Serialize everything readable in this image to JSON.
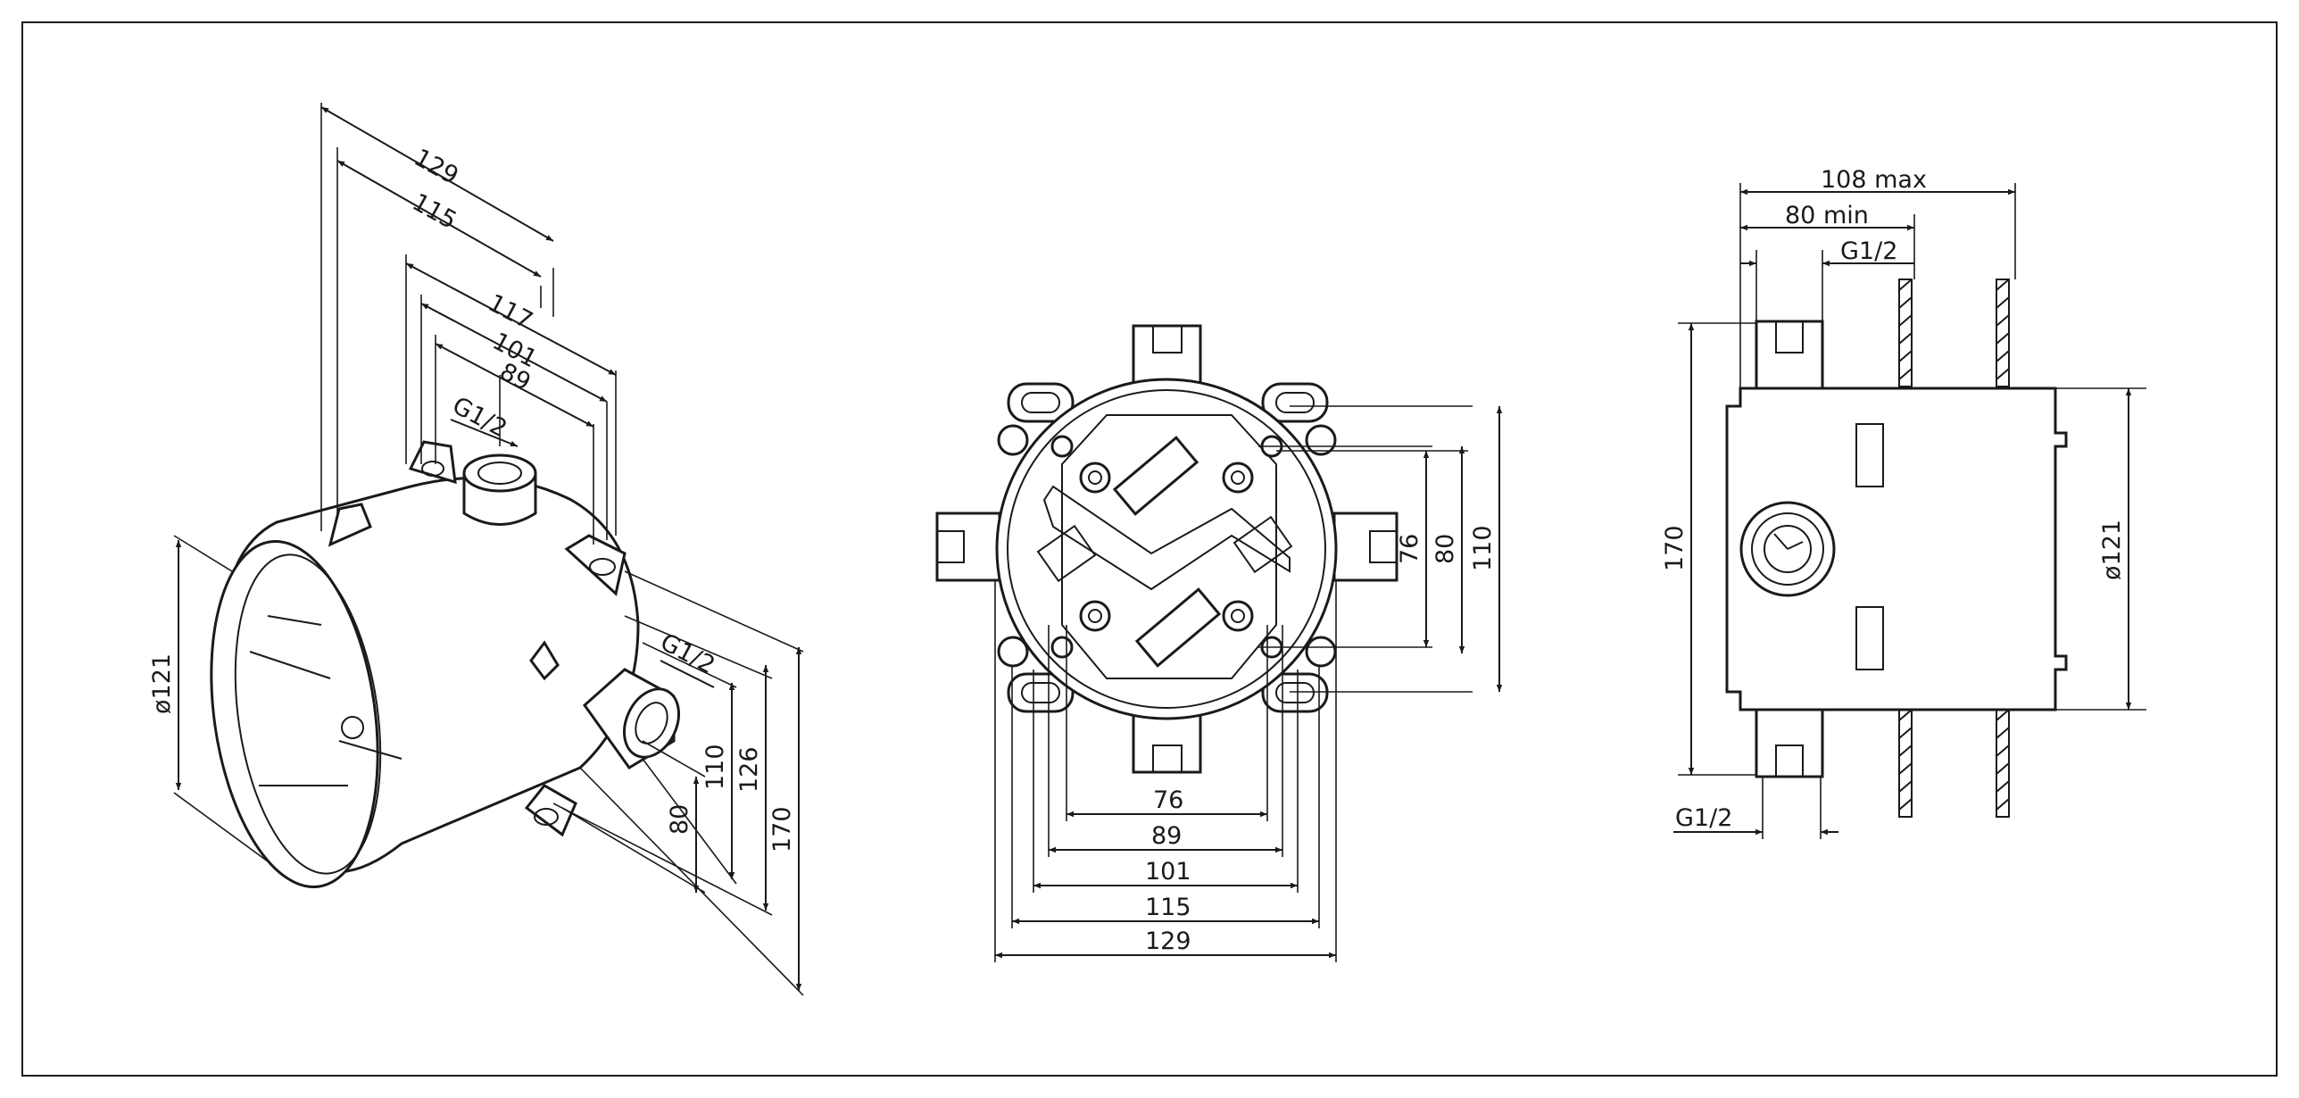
{
  "iso_view": {
    "widths": [
      "129",
      "115",
      "117",
      "101",
      "89"
    ],
    "thread_top": "G1/2",
    "thread_side": "G1/2",
    "heights": [
      "80",
      "110",
      "126",
      "170"
    ],
    "diameter": "ø121"
  },
  "front_view": {
    "widths": [
      "76",
      "89",
      "101",
      "115",
      "129"
    ],
    "heights": [
      "76",
      "80",
      "110"
    ]
  },
  "side_view": {
    "depth_max": "108 max",
    "depth_min": "80 min",
    "thread_top": "G1/2",
    "thread_bottom": "G1/2",
    "height": "170",
    "diameter": "ø121"
  }
}
